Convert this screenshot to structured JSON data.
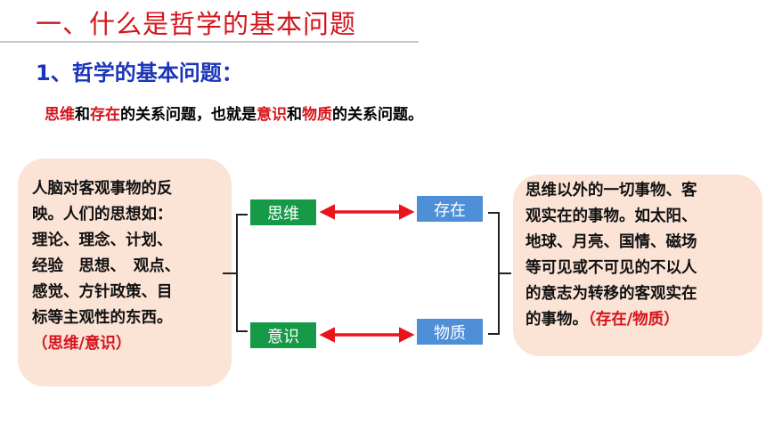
{
  "title": "一、什么是哲学的基本问题",
  "subtitle": "1、哲学的基本问题：",
  "definition": {
    "p1": "思维",
    "p2": "和",
    "p3": "存在",
    "p4": "的关系问题，也就是",
    "p5": "意识",
    "p6": "和",
    "p7": "物质",
    "p8": "的关系问题。"
  },
  "left_box": {
    "lines": [
      "人脑对客观事物的反",
      "映。人们的思想如：",
      "理论、理念、计划、",
      "经验　思想、　观点、",
      "感觉、方针政策、目",
      "标等主观性的东西。"
    ],
    "tag": "（思维/意识）"
  },
  "right_box": {
    "lines": [
      "思维以外的一切事物、客",
      "观实在的事物。如太阳、",
      "地球、月亮、国情、磁场",
      "等可见或不可见的不以人",
      "的意志为转移的客观实在"
    ],
    "last_line": "的事物。",
    "tag": "（存在/物质）"
  },
  "nodes": {
    "thinking": "思维",
    "existence": "存在",
    "consciousness": "意识",
    "matter": "物质"
  },
  "colors": {
    "title_red": "#d4141c",
    "subtitle_blue": "#1a35b8",
    "bubble_fill": "#fbe3d6",
    "node_green": "#169a48",
    "node_blue": "#4e8fd8",
    "arrow_red": "#e8141c"
  }
}
